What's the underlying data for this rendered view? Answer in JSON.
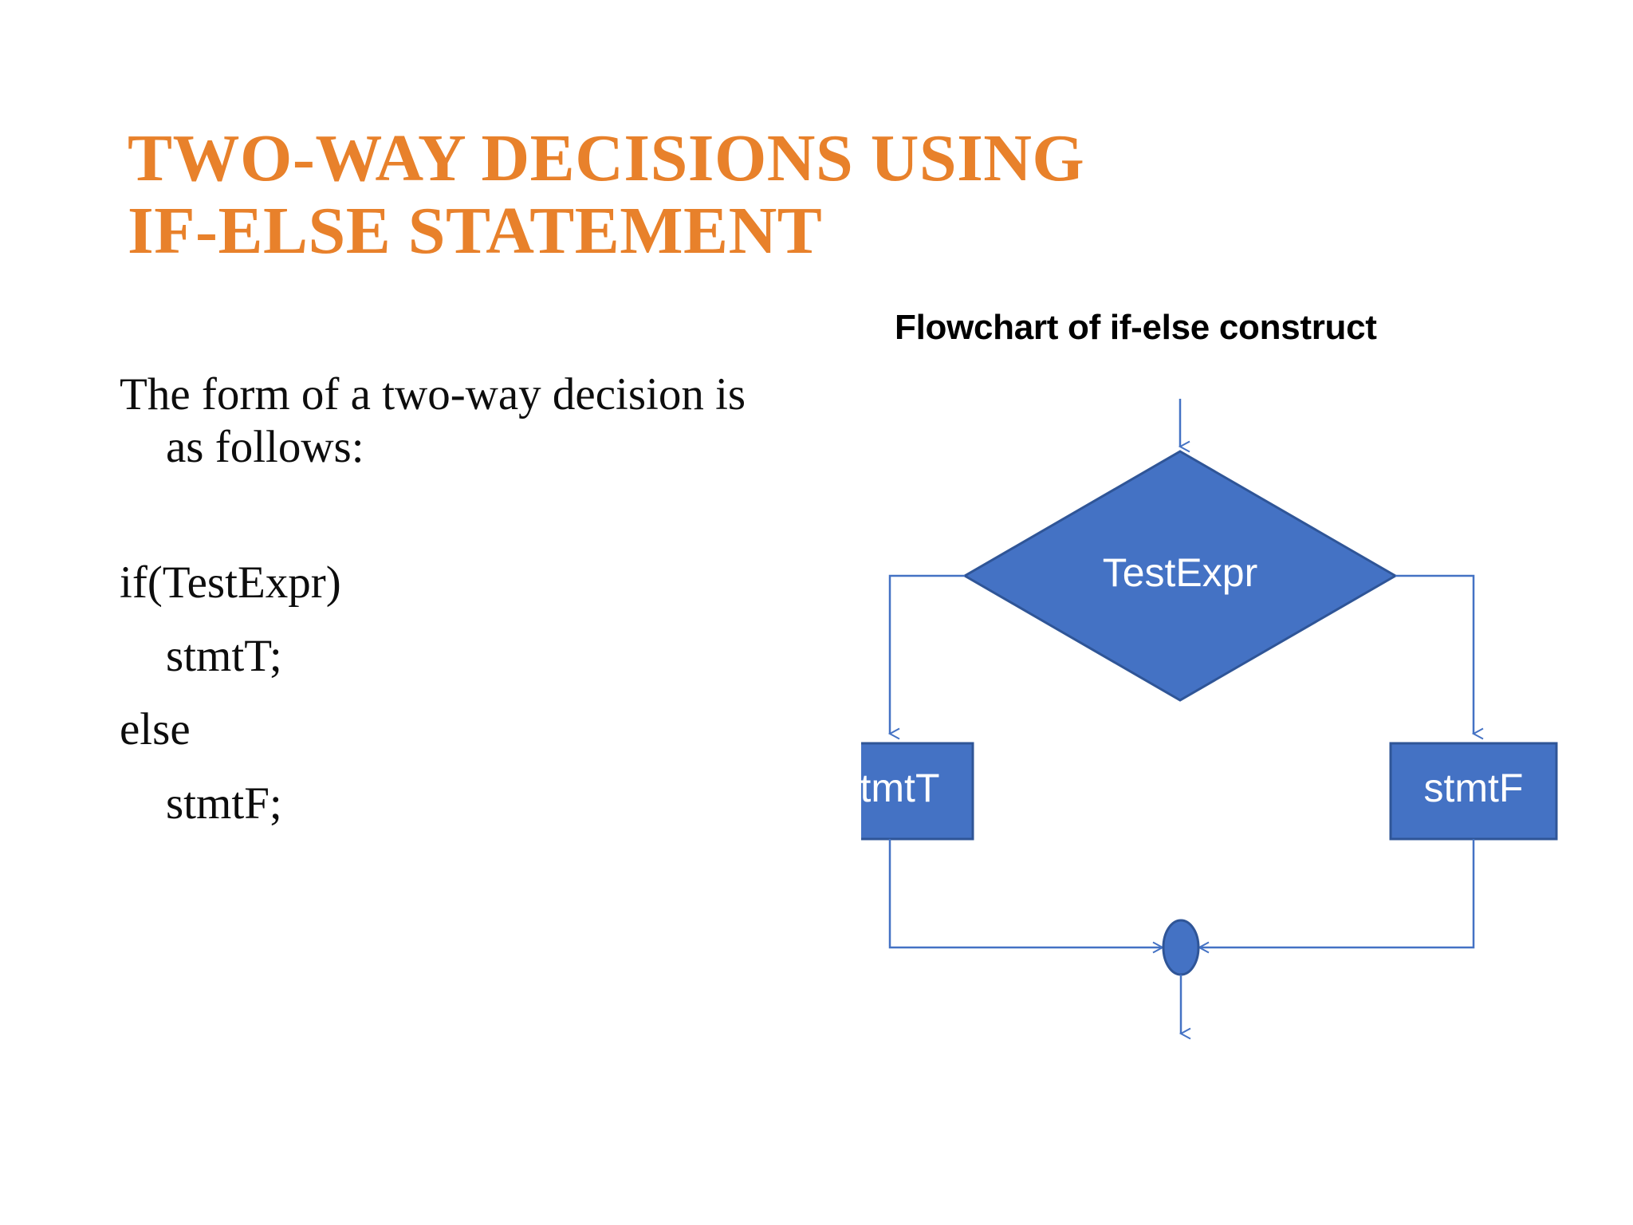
{
  "slide": {
    "title_lines": [
      "Two-way decisions using",
      "if-else statement"
    ],
    "title_color": "#E8812B",
    "background_color": "#FFFFFF"
  },
  "body": {
    "lead_paragraph": "The form of a two-way decision is as follows:",
    "code_lines": [
      {
        "text": "if(TestExpr)",
        "indented": false
      },
      {
        "text": "stmtT;",
        "indented": true
      },
      {
        "text": "else",
        "indented": false
      },
      {
        "text": "stmtF;",
        "indented": true
      }
    ]
  },
  "flowchart": {
    "caption": "Flowchart of if-else construct",
    "shape_fill": "#4472C4",
    "shape_stroke": "#2F5597",
    "connector_color": "#4472C4",
    "label_color": "#FFFFFF",
    "nodes": {
      "decision": {
        "type": "diamond",
        "label": "TestExpr"
      },
      "true_branch": {
        "type": "process",
        "label": "stmtT"
      },
      "false_branch": {
        "type": "process",
        "label": "stmtF"
      },
      "merge": {
        "type": "connector-ellipse",
        "label": ""
      }
    },
    "edges": [
      {
        "from": "start",
        "to": "decision",
        "direction": "down"
      },
      {
        "from": "decision",
        "to": "true_branch",
        "direction": "left-then-down"
      },
      {
        "from": "decision",
        "to": "false_branch",
        "direction": "right-then-down"
      },
      {
        "from": "true_branch",
        "to": "merge",
        "direction": "down-then-right"
      },
      {
        "from": "false_branch",
        "to": "merge",
        "direction": "down-then-left"
      },
      {
        "from": "merge",
        "to": "end",
        "direction": "down"
      }
    ]
  }
}
